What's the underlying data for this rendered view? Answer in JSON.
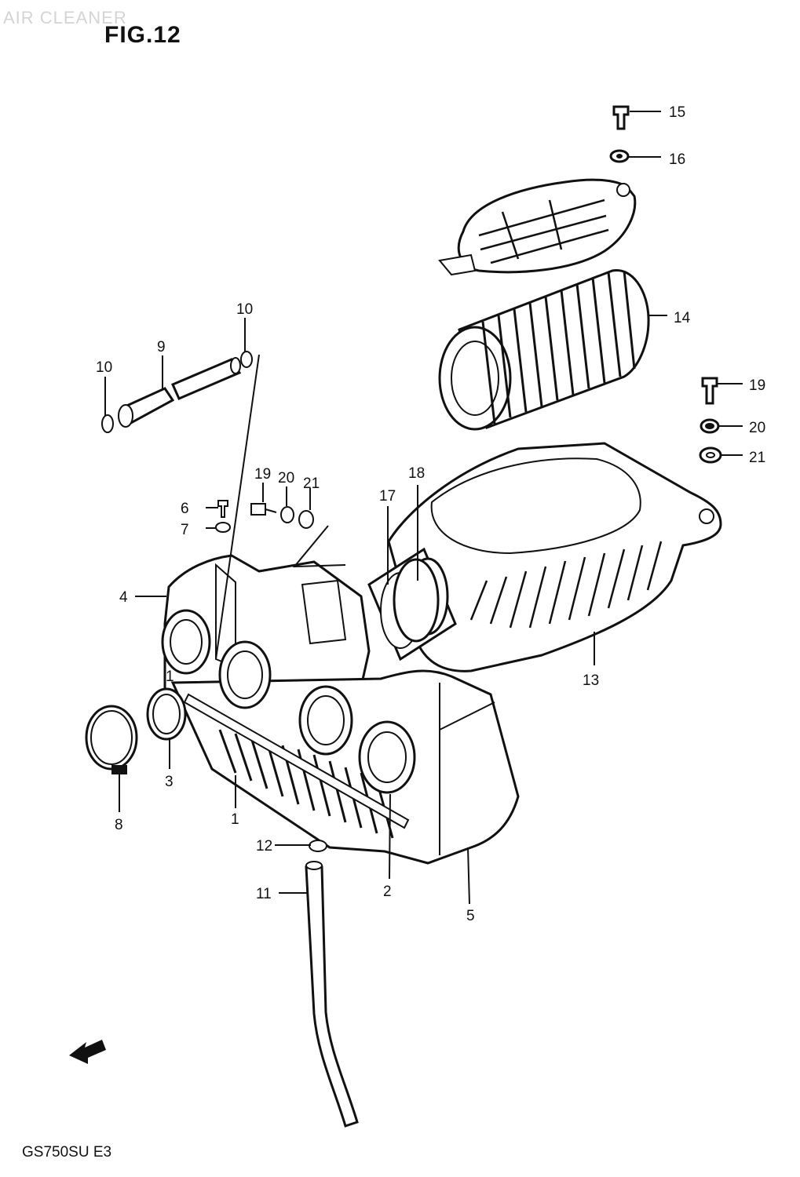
{
  "figure": {
    "title": "FIG.12",
    "watermark": "AIR CLEANER",
    "model_code": "GS750SU E3"
  },
  "callouts": [
    {
      "id": "c1a",
      "label": "1"
    },
    {
      "id": "c1b",
      "label": "1"
    },
    {
      "id": "c2",
      "label": "2"
    },
    {
      "id": "c3",
      "label": "3"
    },
    {
      "id": "c4",
      "label": "4"
    },
    {
      "id": "c5",
      "label": "5"
    },
    {
      "id": "c6",
      "label": "6"
    },
    {
      "id": "c7",
      "label": "7"
    },
    {
      "id": "c8",
      "label": "8"
    },
    {
      "id": "c9",
      "label": "9"
    },
    {
      "id": "c10a",
      "label": "10"
    },
    {
      "id": "c10b",
      "label": "10"
    },
    {
      "id": "c11",
      "label": "11"
    },
    {
      "id": "c12",
      "label": "12"
    },
    {
      "id": "c13",
      "label": "13"
    },
    {
      "id": "c14",
      "label": "14"
    },
    {
      "id": "c15",
      "label": "15"
    },
    {
      "id": "c16",
      "label": "16"
    },
    {
      "id": "c17",
      "label": "17"
    },
    {
      "id": "c18",
      "label": "18"
    },
    {
      "id": "c19a",
      "label": "19"
    },
    {
      "id": "c19b",
      "label": "19"
    },
    {
      "id": "c20a",
      "label": "20"
    },
    {
      "id": "c20b",
      "label": "20"
    },
    {
      "id": "c21a",
      "label": "21"
    },
    {
      "id": "c21b",
      "label": "21"
    }
  ]
}
